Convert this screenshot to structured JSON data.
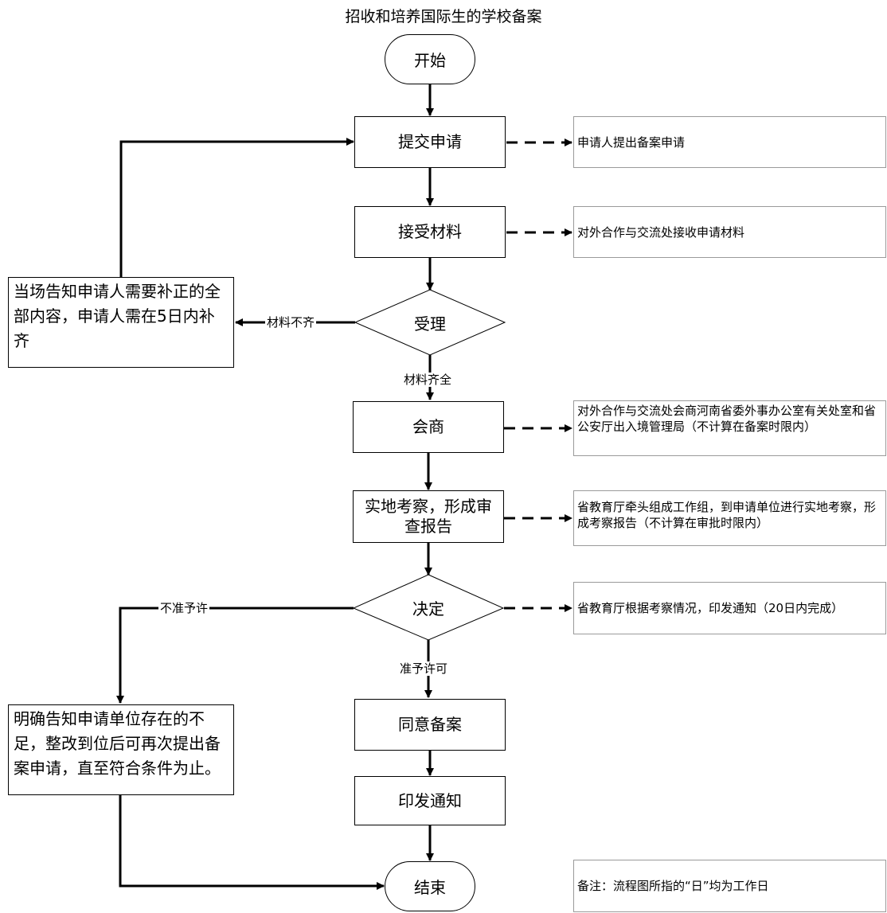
{
  "title": "招收和培养国际生的学校备案",
  "nodes": {
    "start": "开始",
    "submit": "提交申请",
    "receive": "接受材料",
    "accept": "受理",
    "consult": "会商",
    "inspect": "实地考察，形成审查报告",
    "decide": "决定",
    "agree": "同意备案",
    "notify": "印发通知",
    "end": "结束"
  },
  "side_boxes": {
    "supplement": "当场告知申请人需要补正的全部内容，申请人需在5日内补齐",
    "reject": "明确告知申请单位存在的不足，整改到位后可再次提出备案申请，直至符合条件为止。"
  },
  "labels": {
    "incomplete": "材料不齐",
    "complete": "材料齐全",
    "not_permitted": "不准予许",
    "permitted": "准予许可"
  },
  "notes": {
    "submit": "申请人提出备案申请",
    "receive": "对外合作与交流处接收申请材料",
    "consult": "对外合作与交流处会商河南省委外事办公室有关处室和省公安厅出入境管理局（不计算在备案时限内）",
    "inspect": "省教育厅牵头组成工作组，到申请单位进行实地考察，形成考察报告（不计算在审批时限内）",
    "decide": "省教育厅根据考察情况，印发通知（20日内完成）",
    "remark": "备注：流程图所指的“日”均为工作日"
  }
}
